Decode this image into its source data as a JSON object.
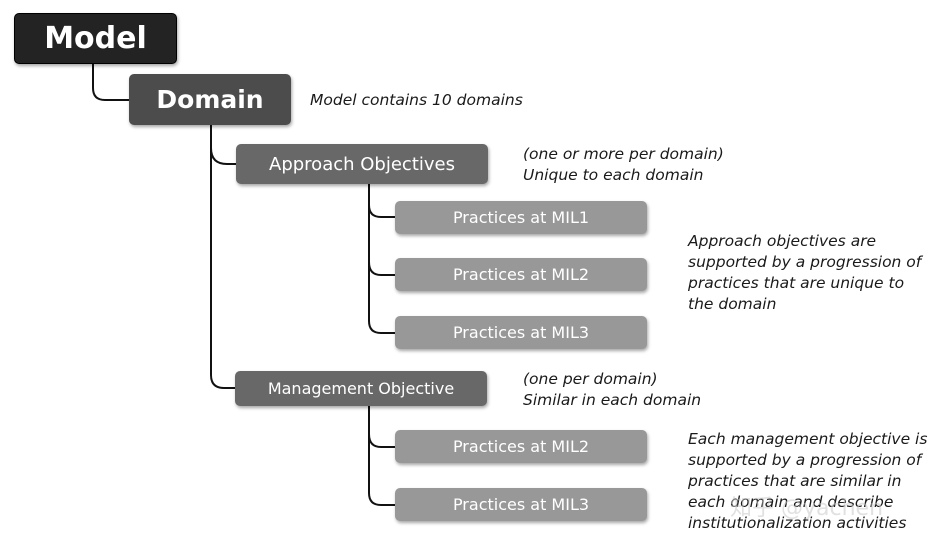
{
  "boxes": {
    "model": "Model",
    "domain": "Domain",
    "approach_objectives": "Approach Objectives",
    "management_objective": "Management Objective",
    "approach_practices": [
      "Practices at MIL1",
      "Practices at MIL2",
      "Practices at MIL3"
    ],
    "management_practices": [
      "Practices at MIL2",
      "Practices at MIL3"
    ]
  },
  "notes": {
    "domain": "Model contains 10 domains",
    "approach": [
      "(one or more per domain)",
      "Unique to each domain"
    ],
    "approach_support": [
      "Approach objectives are",
      "supported by a progression of",
      "practices that are unique to",
      "the domain"
    ],
    "management": [
      "(one per domain)",
      "Similar in each domain"
    ],
    "management_support": [
      "Each management objective is",
      "supported by a progression of",
      "practices that are similar in",
      "each domain and describe",
      "institutionalization activities"
    ]
  },
  "watermark": "知乎 @yachen",
  "colors": {
    "model_box": "#232323",
    "domain_box": "#4c4c4c",
    "objective_box": "#686868",
    "practice_box": "#989898",
    "connector": "#111111"
  }
}
